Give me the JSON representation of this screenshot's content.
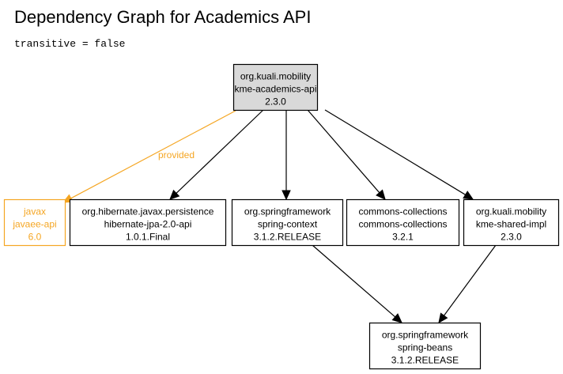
{
  "header": {
    "title": "Dependency Graph for Academics API",
    "subtitle": "transitive = false"
  },
  "colors": {
    "root_fill": "#d9d9d9",
    "node_fill": "#ffffff",
    "stroke": "#000000",
    "provided": "#f5a623"
  },
  "graph": {
    "nodes": [
      {
        "id": "kme-academics-api",
        "lines": [
          "org.kuali.mobility",
          "kme-academics-api",
          "2.3.0"
        ],
        "style": "root"
      },
      {
        "id": "javaee-api",
        "lines": [
          "javax",
          "javaee-api",
          "6.0"
        ],
        "style": "provided"
      },
      {
        "id": "hibernate-jpa-2.0-api",
        "lines": [
          "org.hibernate.javax.persistence",
          "hibernate-jpa-2.0-api",
          "1.0.1.Final"
        ],
        "style": "normal"
      },
      {
        "id": "spring-context",
        "lines": [
          "org.springframework",
          "spring-context",
          "3.1.2.RELEASE"
        ],
        "style": "normal"
      },
      {
        "id": "commons-collections",
        "lines": [
          "commons-collections",
          "commons-collections",
          "3.2.1"
        ],
        "style": "normal"
      },
      {
        "id": "kme-shared-impl",
        "lines": [
          "org.kuali.mobility",
          "kme-shared-impl",
          "2.3.0"
        ],
        "style": "normal"
      },
      {
        "id": "spring-beans",
        "lines": [
          "org.springframework",
          "spring-beans",
          "3.1.2.RELEASE"
        ],
        "style": "normal"
      }
    ],
    "edges": [
      {
        "from": "kme-academics-api",
        "to": "javaee-api",
        "label": "provided",
        "style": "provided"
      },
      {
        "from": "kme-academics-api",
        "to": "hibernate-jpa-2.0-api",
        "label": "",
        "style": "normal"
      },
      {
        "from": "kme-academics-api",
        "to": "spring-context",
        "label": "",
        "style": "normal"
      },
      {
        "from": "kme-academics-api",
        "to": "commons-collections",
        "label": "",
        "style": "normal"
      },
      {
        "from": "kme-academics-api",
        "to": "kme-shared-impl",
        "label": "",
        "style": "normal"
      },
      {
        "from": "spring-context",
        "to": "spring-beans",
        "label": "",
        "style": "normal"
      },
      {
        "from": "kme-shared-impl",
        "to": "spring-beans",
        "label": "",
        "style": "normal"
      }
    ]
  }
}
